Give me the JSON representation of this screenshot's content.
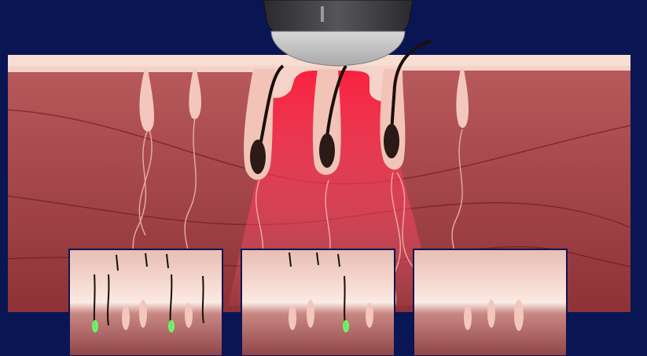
{
  "scene": {
    "background_color": "#0a1554",
    "skin_surface_color": "#f6d3c8",
    "dermis_color": "#a8454a",
    "laser_color": "#ff2a4a",
    "device_color": "#3a3a3e",
    "hair_color": "#1a0f0c",
    "bulb_color": "#f3c7bd"
  },
  "panels": [
    {
      "id": "panel-1",
      "stage": "hairs-growing",
      "hairs_visible": 4
    },
    {
      "id": "panel-2",
      "stage": "hair-shedding",
      "hairs_visible": 1
    },
    {
      "id": "panel-3",
      "stage": "follicle-empty",
      "hairs_visible": 0
    }
  ],
  "laser": {
    "active": true,
    "treated_follicles": 3
  }
}
